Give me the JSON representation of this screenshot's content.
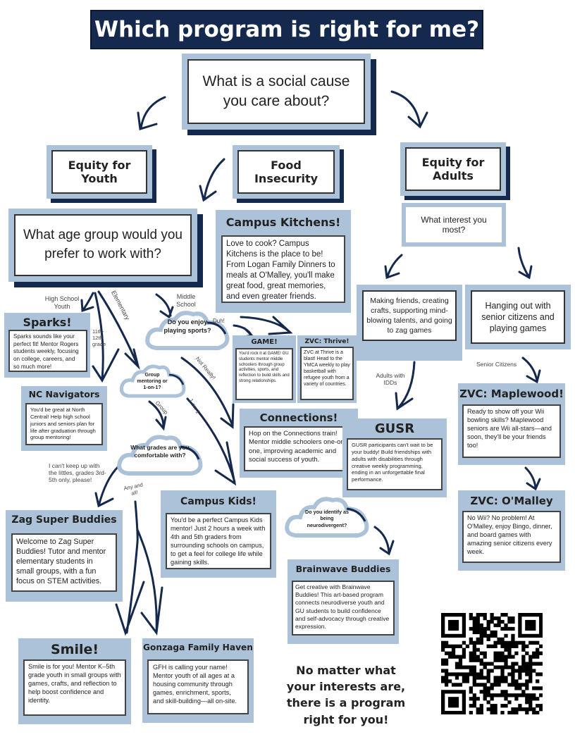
{
  "title": "Which program is right for me?",
  "start_question": "What is a social cause you care about?",
  "causes": {
    "youth": "Equity for Youth",
    "food": "Food Insecurity",
    "adults": "Equity for Adults"
  },
  "questions": {
    "age": "What age group would you prefer to work with?",
    "interest": "What interest you most?",
    "sports": "Do you enjoy playing sports?",
    "group": "Group mentoring or 1-on-1?",
    "grades": "What grades are you comfortable with?",
    "neuro": "Do you identify as being neurodivergent?"
  },
  "interests": {
    "making": "Making friends, creating crafts, supporting mind-blowing talents, and going to zag games",
    "hanging": "Hanging out with senior citizens and playing games"
  },
  "edge_labels": {
    "high_school": "High School Youth",
    "elementary": "Elementary",
    "middle": "Middle School",
    "grade_11_12": "11th-12th grade",
    "duh": "Duh!",
    "not_really": "Not Really!",
    "one_on_one": "1-on-1",
    "group": "Group",
    "littles": "I can't keep up with the littles, grades 3rd-5th only, please!",
    "any": "Any and all!",
    "idd": "Adults with IDDs",
    "senior": "Senior Citizens"
  },
  "programs": {
    "campus_kitchens": {
      "name": "Campus Kitchens!",
      "desc": "Love to cook? Campus Kitchens is the place to be! From Logan Family Dinners to meals at O'Malley, you'll make great food, great memories, and even greater friends."
    },
    "sparks": {
      "name": "Sparks!",
      "desc": "Sparks sounds like your perfect fit! Mentor Rogers students weekly, focusing on college, careers, and so much more!"
    },
    "nc": {
      "name": "NC Navigators",
      "desc": "You'd be great at North Central! Help high school juniors and seniors plan for life after graduation through group mentoring!"
    },
    "game": {
      "name": "GAME!",
      "desc": "You'd rock it at GAME! GU students mentor middle schoolers through group activities, sports, and reflection to build skills and strong relationships."
    },
    "thrive": {
      "name": "ZVC: Thrive!",
      "desc": "ZVC at Thrive is a blast! Head to the YMCA weekly to play basketball with refugee youth from a variety of countries."
    },
    "connections": {
      "name": "Connections!",
      "desc": "Hop on the Connections train! Mentor middle schoolers one-on-one, improving academic and social success of youth."
    },
    "gusr": {
      "name": "GUSR",
      "desc": "GUSR participants can't wait to be your buddy! Build friendships with adults with disabilities through creative weekly programming, ending in an unforgettable final performance."
    },
    "maplewood": {
      "name": "ZVC: Maplewood!",
      "desc": "Ready to show off your Wii bowling skills? Maplewood seniors are Wii all-stars—and soon, they'll be your friends too!"
    },
    "omalley": {
      "name": "ZVC: O'Malley",
      "desc": "No Wii? No problem! At O'Malley, enjoy Bingo, dinner, and board games with amazing senior citizens every week."
    },
    "campus_kids": {
      "name": "Campus Kids!",
      "desc": "You'd be a perfect Campus Kids mentor! Just 2 hours a week with 4th and 5th graders from surrounding schools on campus, to get a feel for college life while gaining skills."
    },
    "zag": {
      "name": "Zag Super Buddies",
      "desc": "Welcome to Zag Super Buddies! Tutor and mentor elementary students in small groups, with a fun focus on STEM activities."
    },
    "brainwave": {
      "name": "Brainwave Buddies",
      "desc": "Get creative with Brainwave Buddies! This art-based program connects neurodiverse youth and GU students to build confidence and self-advocacy through creative expression."
    },
    "smile": {
      "name": "Smile!",
      "desc": "Smile is for you! Mentor K–5th grade youth in small groups with games, crafts, and reflection to help boost confidence and identity."
    },
    "gfh": {
      "name": "Gonzaga Family Haven",
      "desc": "GFH is calling your name! Mentor youth of all ages at a housing community through games, enrichment, sports, and skill-building—all on-site."
    }
  },
  "footer": "No matter what your interests are, there is a program right for you!",
  "colors": {
    "navy": "#14294d",
    "panel": "#abc2d8"
  }
}
